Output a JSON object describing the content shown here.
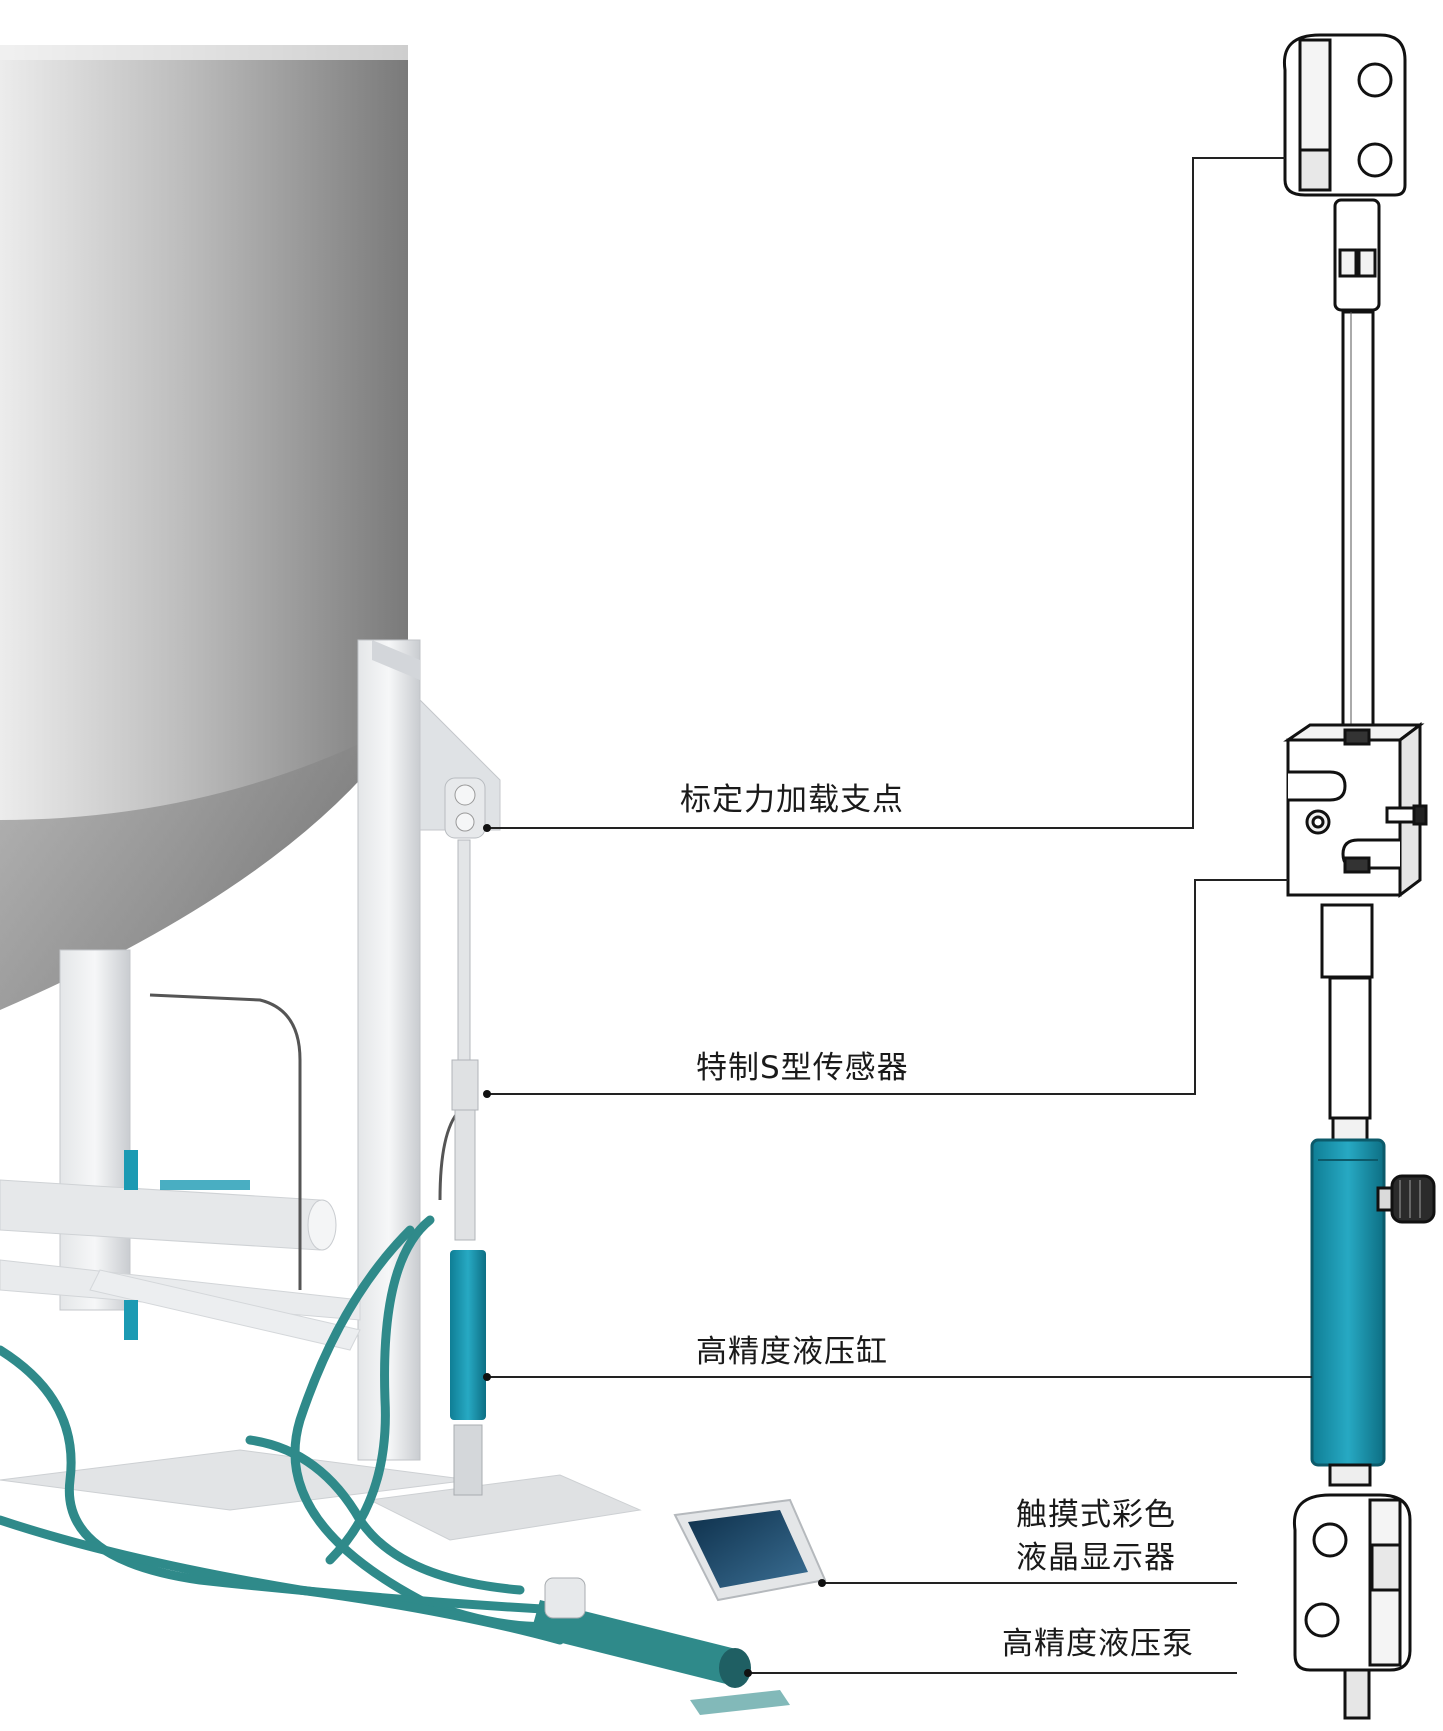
{
  "labels": {
    "calibration_support": "标定力加载支点",
    "s_sensor": "特制S型传感器",
    "hydraulic_cylinder": "高精度液压缸",
    "touch_display_line1": "触摸式彩色",
    "touch_display_line2": "液晶显示器",
    "hydraulic_pump": "高精度液压泵"
  },
  "colors": {
    "accent": "#1b9ab3",
    "hose": "#2f8a8a",
    "metal": "#d9dcdf",
    "line": "#222222"
  }
}
